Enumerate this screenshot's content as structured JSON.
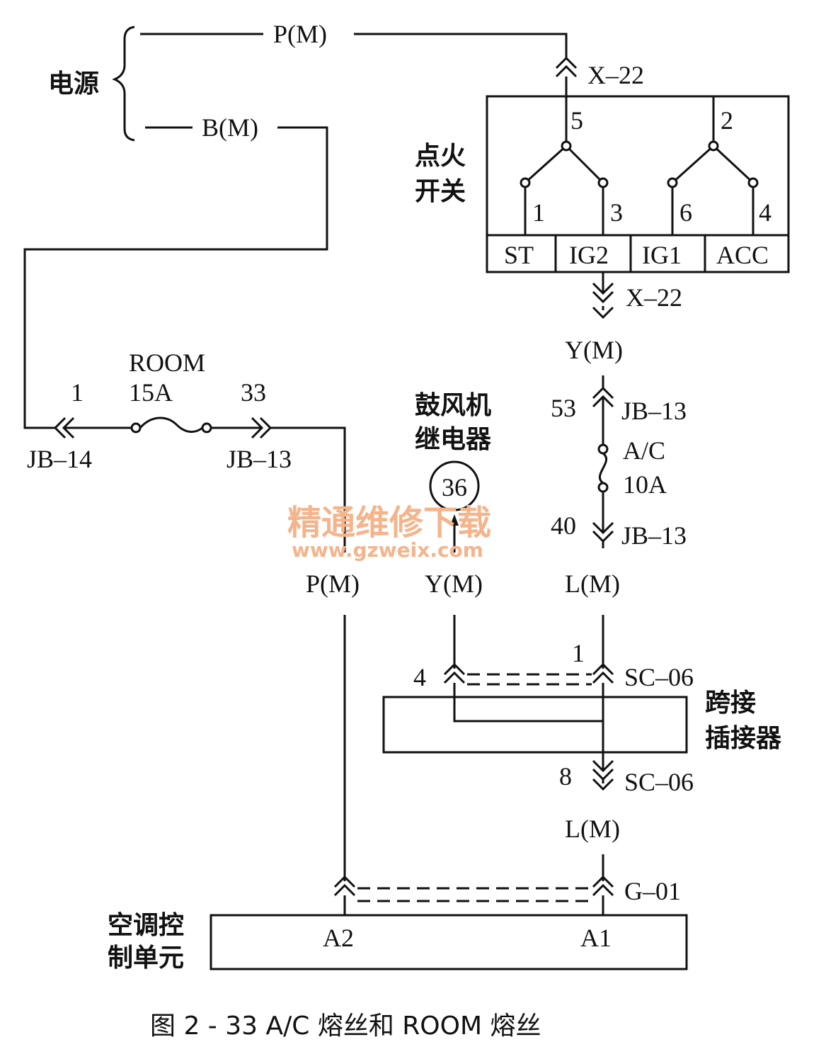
{
  "caption": "图 2 - 33    A/C 熔丝和 ROOM 熔丝",
  "power": {
    "label": "电源",
    "wire_p": "P(M)",
    "wire_b": "B(M)"
  },
  "ignition_switch": {
    "label_line1": "点火",
    "label_line2": "开关",
    "connector_top": "X–22",
    "connector_bottom": "X–22",
    "pin_5": "5",
    "pin_2": "2",
    "pin_1": "1",
    "pin_3": "3",
    "pin_6": "6",
    "pin_4": "4",
    "positions": [
      "ST",
      "IG2",
      "IG1",
      "ACC"
    ]
  },
  "room_fuse": {
    "name": "ROOM",
    "rating": "15A",
    "pin_left": "1",
    "pin_right": "33",
    "conn_left": "JB–14",
    "conn_right": "JB–13"
  },
  "ac_fuse": {
    "name": "A/C",
    "rating": "10A",
    "pin_in": "53",
    "pin_out": "40",
    "conn_in": "JB–13",
    "conn_out": "JB–13"
  },
  "wires": {
    "y_top": "Y(M)",
    "p_mid": "P(M)",
    "y_mid": "Y(M)",
    "l_mid": "L(M)",
    "l_bottom": "L(M)"
  },
  "blower_relay": {
    "label_line1": "鼓风机",
    "label_line2": "继电器",
    "ref": "36"
  },
  "jumper": {
    "label_line1": "跨接",
    "label_line2": "插接器",
    "pin_4": "4",
    "pin_1": "1",
    "pin_8": "8",
    "conn_top": "SC–06",
    "conn_bottom": "SC–06"
  },
  "ac_unit": {
    "label_line1": "空调控",
    "label_line2": "制单元",
    "conn": "G–01",
    "pin_a2": "A2",
    "pin_a1": "A1"
  },
  "watermark": {
    "line1": "精通维修下载",
    "line2": "www.gzweix.com"
  }
}
